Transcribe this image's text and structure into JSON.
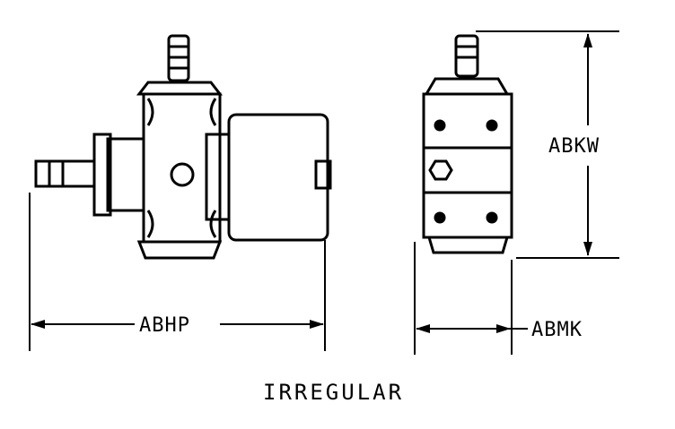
{
  "dimensions": {
    "height_label": "ABKW",
    "length_label": "ABHP",
    "width_label": "ABMK"
  },
  "caption": "IRREGULAR"
}
